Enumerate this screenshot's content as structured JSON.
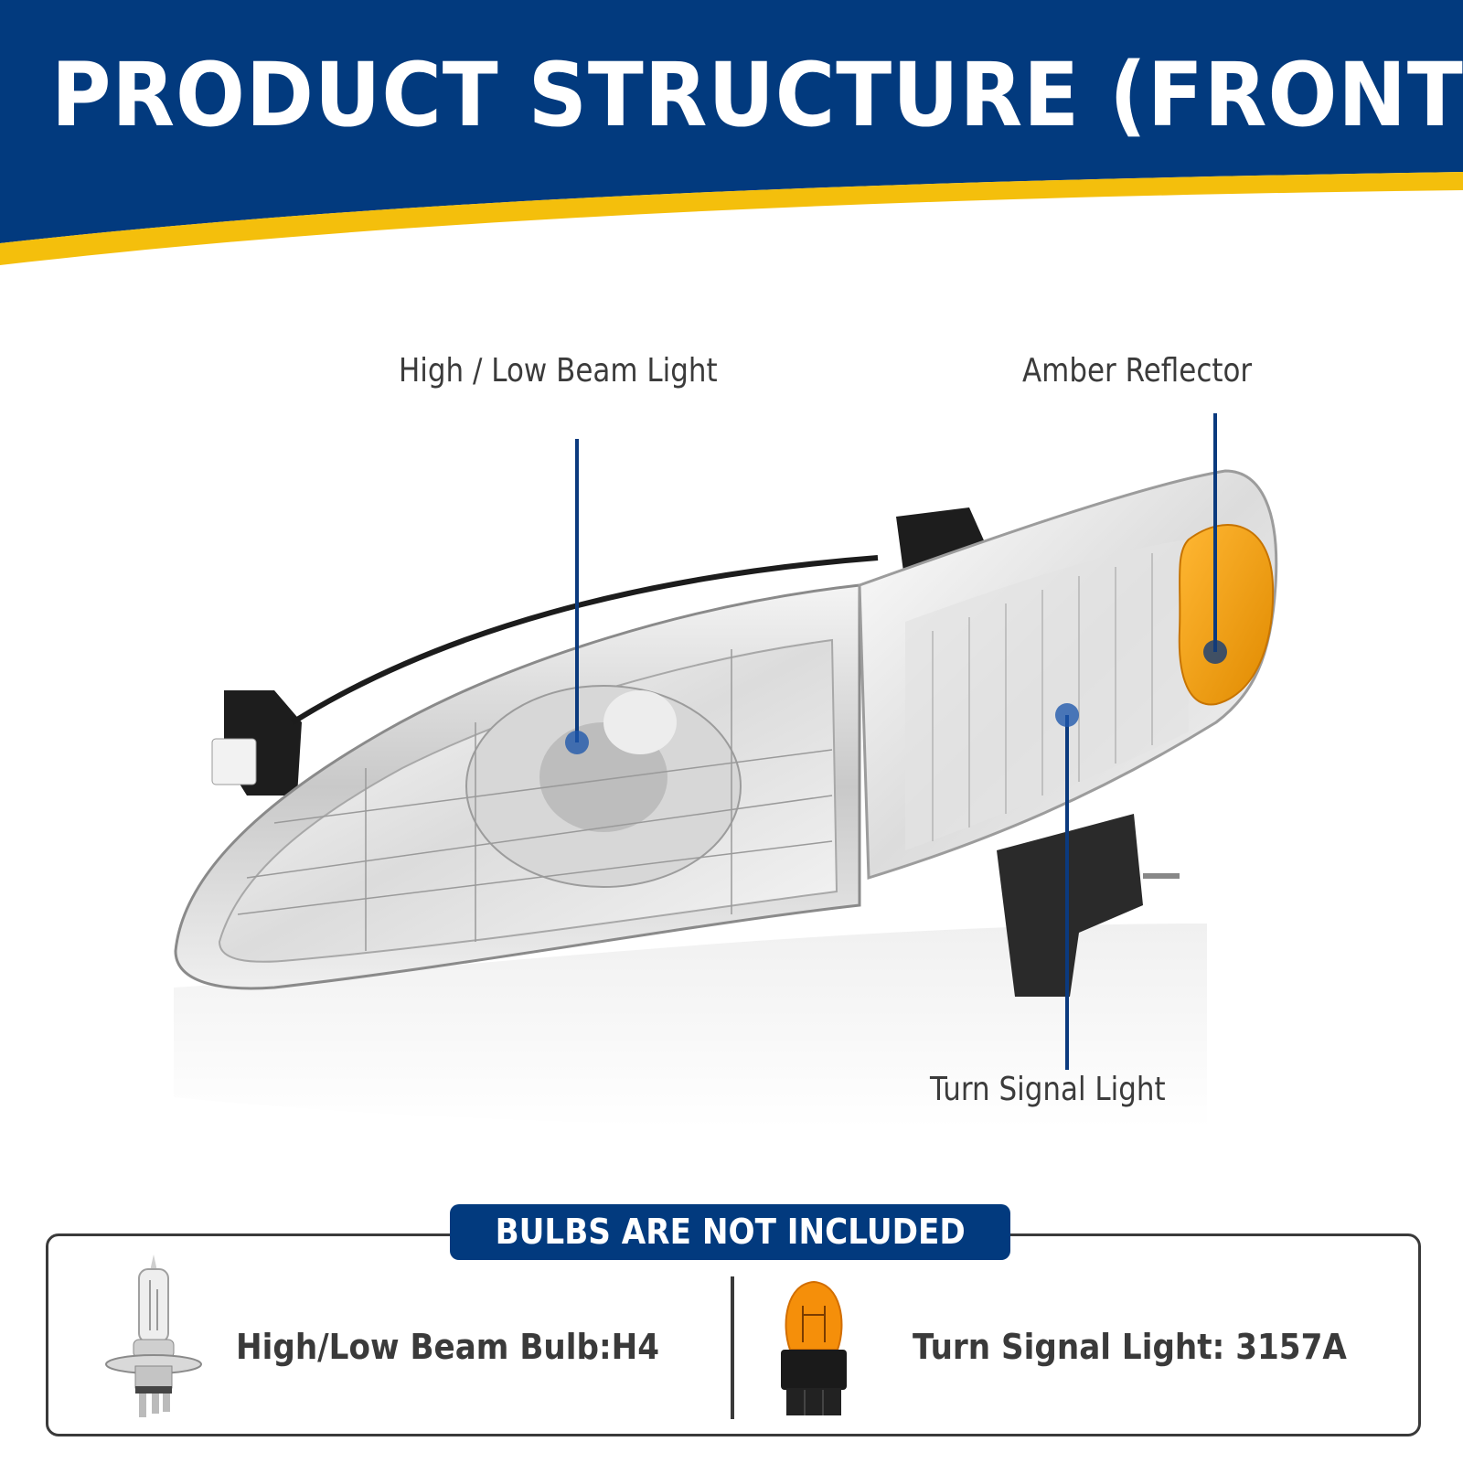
{
  "header": {
    "title": "PRODUCT STRUCTURE (FRONT)",
    "colors": {
      "band": "#023a7e",
      "stripe": "#f4bf0c"
    }
  },
  "callouts": [
    {
      "label": "High / Low Beam Light",
      "target": "headlamp-reflector"
    },
    {
      "label": "Amber Reflector",
      "target": "side-marker"
    },
    {
      "label": "Turn Signal Light",
      "target": "corner-lamp"
    }
  ],
  "product_image": {
    "alt": "Chrome headlight assembly with clear corner lamp and amber side reflector"
  },
  "bulbs": {
    "notice": "BULBS ARE NOT INCLUDED",
    "items": [
      {
        "label": "High/Low Beam Bulb:H4",
        "icon": "h4-halogen-bulb-icon"
      },
      {
        "label": "Turn Signal Light: 3157A",
        "icon": "amber-3157-bulb-icon"
      }
    ]
  }
}
